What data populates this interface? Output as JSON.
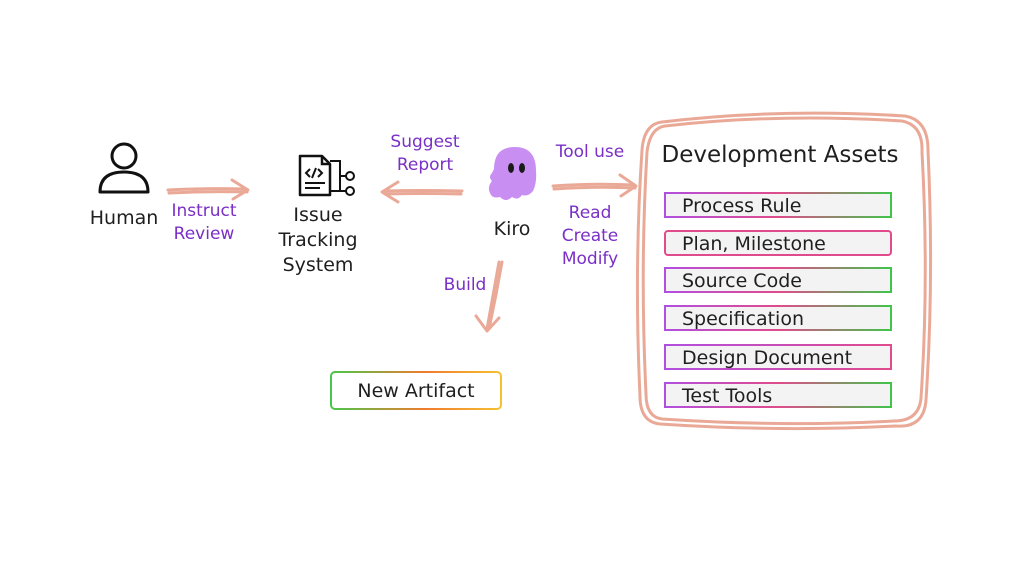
{
  "nodes": {
    "human": "Human",
    "issue_tracking": [
      "Issue",
      "Tracking",
      "System"
    ],
    "kiro": "Kiro"
  },
  "edges": {
    "human_to_issue": [
      "Instruct",
      "Review"
    ],
    "kiro_to_issue": [
      "Suggest",
      "Report"
    ],
    "kiro_to_assets_top": "Tool use",
    "kiro_to_assets_bottom": [
      "Read",
      "Create",
      "Modify"
    ],
    "kiro_to_artifact": "Build"
  },
  "development_assets": {
    "title": "Development Assets",
    "items": [
      "Process Rule",
      "Plan, Milestone",
      "Source Code",
      "Specification",
      "Design Document",
      "Test Tools"
    ]
  },
  "artifact": "New Artifact",
  "icons": {
    "human": "person-icon",
    "issue_tracking": "document-code-branch-icon",
    "kiro": "ghost-mascot-icon"
  },
  "colors": {
    "edge_label": "#7a2fc6",
    "sketch_stroke": "#e8a08c",
    "kiro": "#c98ef2",
    "asset_pink": "#e04b8c",
    "asset_green": "#3fc54a"
  }
}
